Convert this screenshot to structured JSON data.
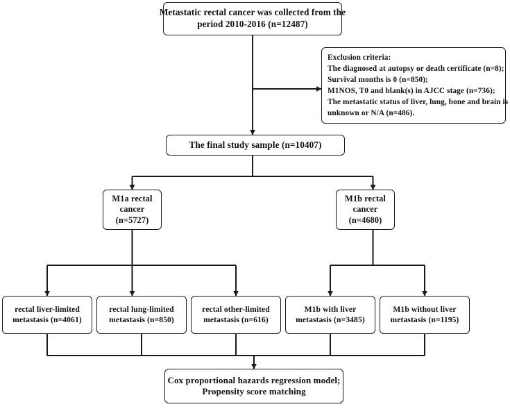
{
  "diagram": {
    "title": "Study population selection flow diagram",
    "stroke_color": "#1a1a1a",
    "background_color": "#ffffff"
  },
  "nodes": {
    "source": {
      "name": "source-cohort",
      "lines": [
        "Metastatic rectal cancer was collected from the",
        "period 2010-2016 (n=12487)"
      ]
    },
    "exclusion": {
      "name": "exclusion-criteria",
      "lines": [
        "Exclusion criteria:",
        "The diagnosed at autopsy or death certificate (n=8);",
        "Survival months is 0 (n=850);",
        "M1NOS, T0 and blank(s) in AJCC stage (n=736);",
        "The metastatic status of liver, lung, bone and brain is",
        "unknown or N/A (n=486)."
      ]
    },
    "final_sample": {
      "name": "final-study-sample",
      "lines": [
        "The final study sample (n=10407)"
      ]
    },
    "m1a": {
      "name": "m1a-rectal-cancer",
      "lines": [
        "M1a rectal",
        "cancer",
        "(n=5727)"
      ]
    },
    "m1b": {
      "name": "m1b-rectal-cancer",
      "lines": [
        "M1b rectal",
        "cancer",
        "(n=4680)"
      ]
    },
    "liver_limited": {
      "name": "rectal-liver-limited",
      "lines": [
        "rectal liver-limited",
        "metastasis (n=4061)"
      ]
    },
    "lung_limited": {
      "name": "rectal-lung-limited",
      "lines": [
        "rectal lung-limited",
        "metastasis (n=850)"
      ]
    },
    "other_limited": {
      "name": "rectal-other-limited",
      "lines": [
        "rectal other-limited",
        "metastasis (n=616)"
      ]
    },
    "m1b_with_liver": {
      "name": "m1b-with-liver-metastasis",
      "lines": [
        "M1b with liver",
        "metastasis (n=3485)"
      ]
    },
    "m1b_without_liver": {
      "name": "m1b-without-liver-metastasis",
      "lines": [
        "M1b without liver",
        "metastasis (n=1195)"
      ]
    },
    "analysis": {
      "name": "statistical-analysis",
      "lines": [
        "Cox proportional hazards regression model;",
        "Propensity score matching"
      ]
    }
  },
  "counts": {
    "collected_total": 12487,
    "excluded_autopsy_or_death_certificate": 8,
    "excluded_survival_zero": 850,
    "excluded_m1nos_t0_blank_ajcc": 736,
    "excluded_unknown_metastatic_status": 486,
    "final_sample": 10407,
    "m1a": 5727,
    "m1b": 4680,
    "rectal_liver_limited": 4061,
    "rectal_lung_limited": 850,
    "rectal_other_limited": 616,
    "m1b_with_liver": 3485,
    "m1b_without_liver": 1195
  },
  "period": "2010-2016"
}
